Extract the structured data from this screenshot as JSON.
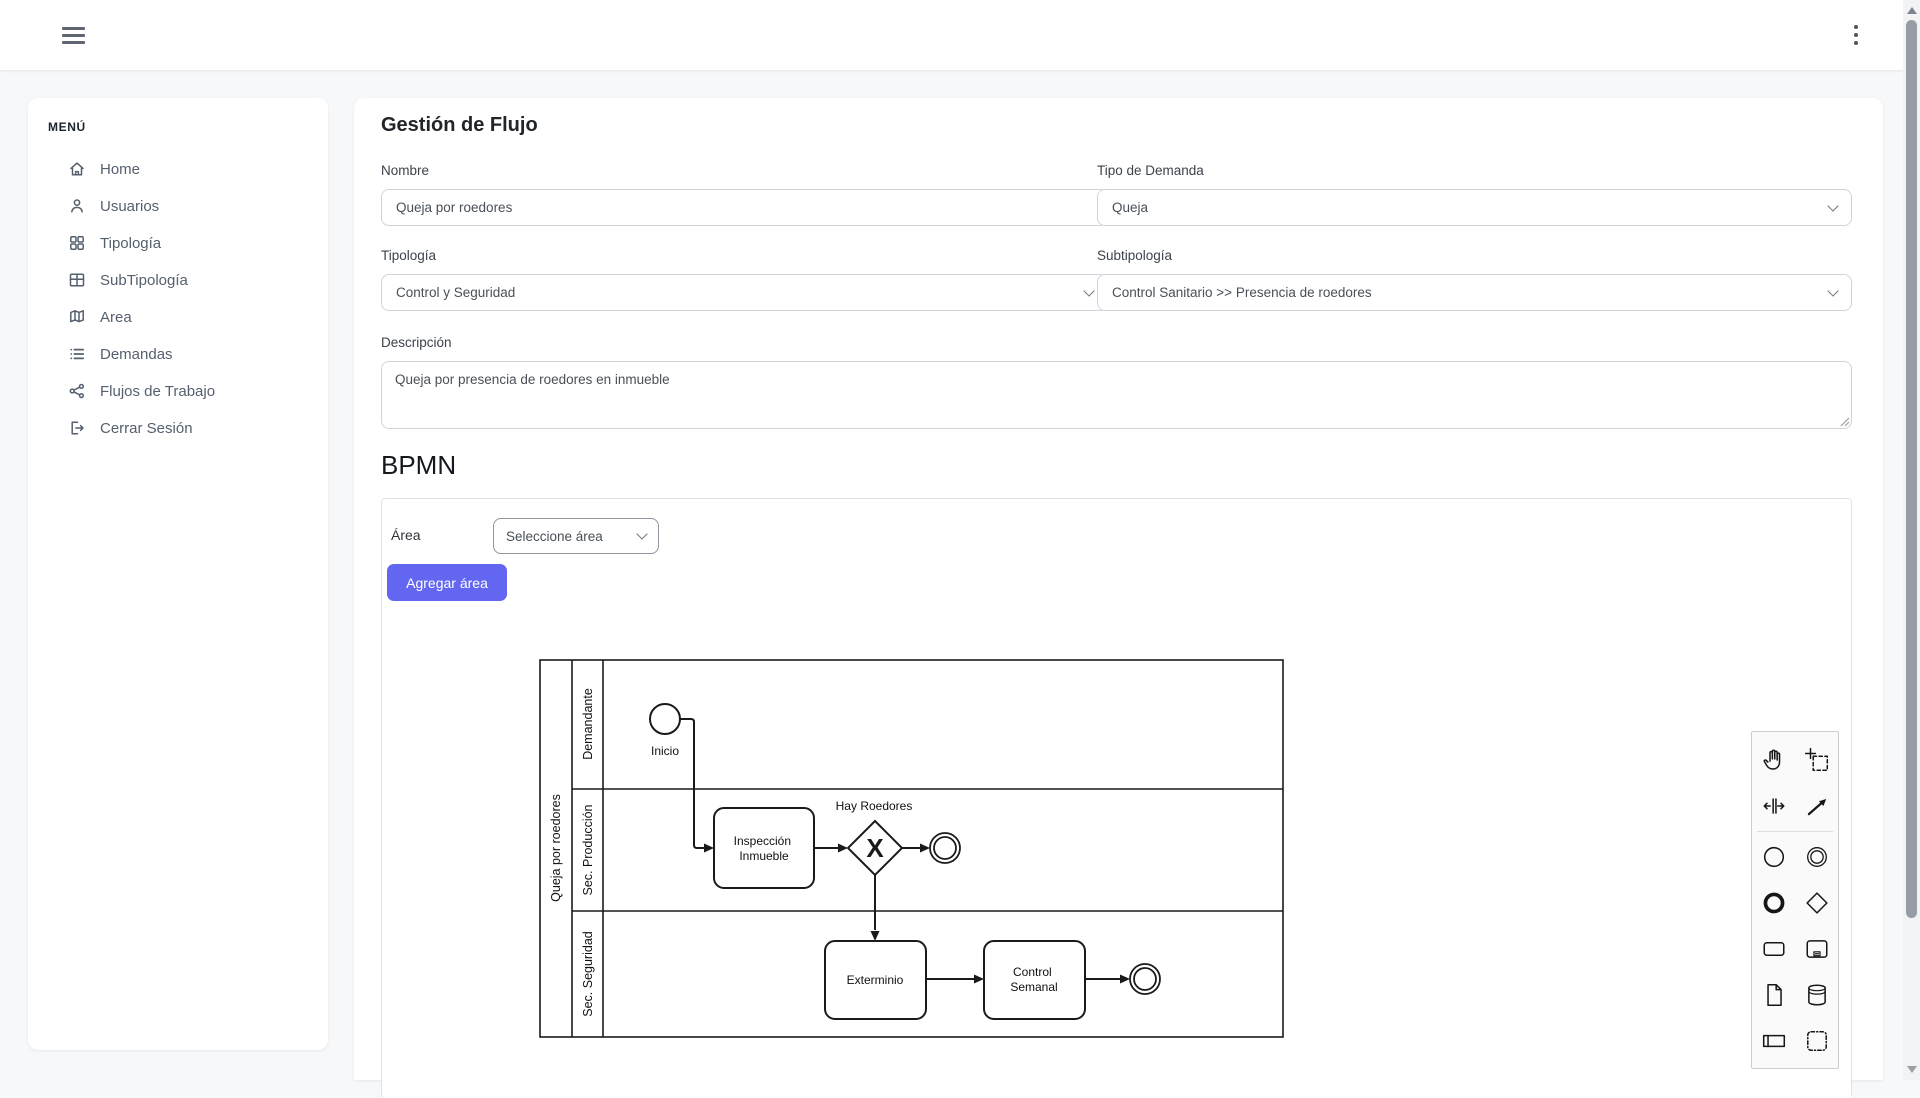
{
  "header": {
    "hamburger_icon": "menu-icon",
    "kebab_icon": "more-vertical-icon"
  },
  "sidebar": {
    "menu_label": "MENÚ",
    "items": [
      {
        "label": "Home",
        "icon": "home-icon"
      },
      {
        "label": "Usuarios",
        "icon": "user-icon"
      },
      {
        "label": "Tipología",
        "icon": "grid-icon"
      },
      {
        "label": "SubTipología",
        "icon": "table-icon"
      },
      {
        "label": "Area",
        "icon": "map-icon"
      },
      {
        "label": "Demandas",
        "icon": "list-icon"
      },
      {
        "label": "Flujos de Trabajo",
        "icon": "share-icon"
      },
      {
        "label": "Cerrar Sesión",
        "icon": "logout-icon"
      }
    ]
  },
  "page": {
    "title": "Gestión de Flujo"
  },
  "form": {
    "nombre": {
      "label": "Nombre",
      "value": "Queja por roedores"
    },
    "tipo_demanda": {
      "label": "Tipo de Demanda",
      "value": "Queja"
    },
    "tipologia": {
      "label": "Tipología",
      "value": "Control y Seguridad"
    },
    "subtipologia": {
      "label": "Subtipología",
      "value": "Control Sanitario >> Presencia de roedores"
    },
    "descripcion": {
      "label": "Descripción",
      "value": "Queja por presencia de roedores en inmueble"
    }
  },
  "bpmn_section": {
    "heading": "BPMN",
    "area_label": "Área",
    "area_select_value": "Seleccione área",
    "add_area_button": "Agregar área",
    "accent_color": "#6366f1"
  },
  "diagram": {
    "type": "bpmn",
    "pool": "Queja por roedores",
    "lanes": [
      "Demandante",
      "Sec. Producción",
      "Sec. Seguridad"
    ],
    "nodes": [
      {
        "id": "start",
        "type": "start-event",
        "label": "Inicio",
        "lane": "Demandante"
      },
      {
        "id": "inspeccion",
        "type": "task",
        "label": "Inspección Inmueble",
        "lines": [
          "Inspección",
          "Inmueble"
        ],
        "lane": "Sec. Producción"
      },
      {
        "id": "gateway",
        "type": "exclusive-gateway",
        "label": "Hay Roedores",
        "symbol": "X",
        "lane": "Sec. Producción"
      },
      {
        "id": "end-produccion",
        "type": "end-event",
        "label": "",
        "lane": "Sec. Producción"
      },
      {
        "id": "exterminio",
        "type": "task",
        "label": "Exterminio",
        "lines": [
          "Exterminio"
        ],
        "lane": "Sec. Seguridad"
      },
      {
        "id": "control",
        "type": "task",
        "label": "Control Semanal",
        "lines": [
          "Control",
          "Semanal"
        ],
        "lane": "Sec. Seguridad"
      },
      {
        "id": "end-seguridad",
        "type": "end-event",
        "label": "",
        "lane": "Sec. Seguridad"
      }
    ],
    "edges": [
      {
        "from": "start",
        "to": "inspeccion"
      },
      {
        "from": "inspeccion",
        "to": "gateway"
      },
      {
        "from": "gateway",
        "to": "end-produccion"
      },
      {
        "from": "gateway",
        "to": "exterminio"
      },
      {
        "from": "exterminio",
        "to": "control"
      },
      {
        "from": "control",
        "to": "end-seguridad"
      }
    ]
  },
  "palette": {
    "tools": [
      "hand-tool",
      "lasso-tool",
      "space-tool",
      "global-connect-tool"
    ],
    "elements": [
      "start-event",
      "intermediate-event",
      "end-event",
      "gateway",
      "task",
      "subprocess",
      "data-object",
      "data-store",
      "participant",
      "group"
    ]
  }
}
